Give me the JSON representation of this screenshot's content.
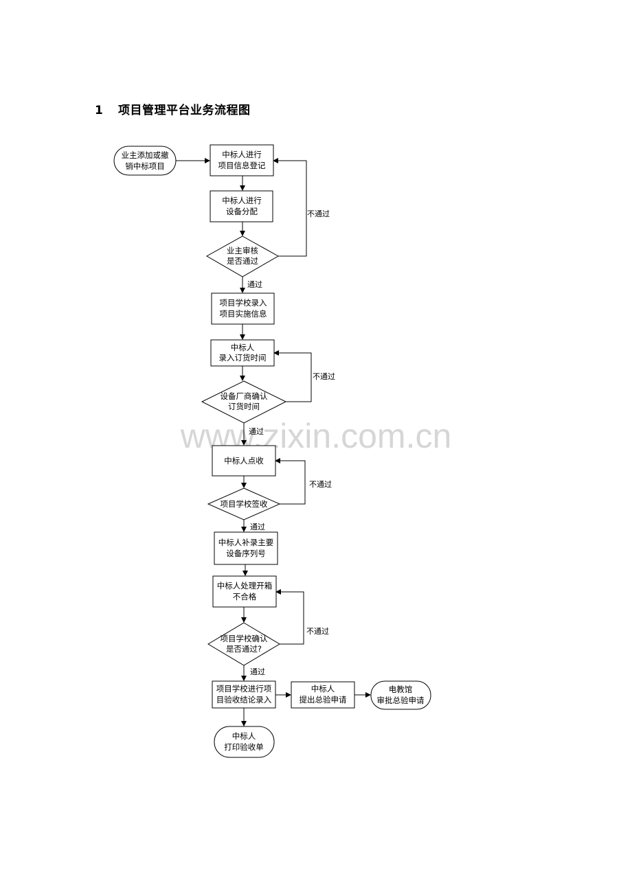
{
  "heading": {
    "number": "1",
    "title": "项目管理平台业务流程图"
  },
  "watermark": "www.zixin.com.cn",
  "nodes": {
    "owner_add": [
      "业主添加或撤",
      "销中标项目"
    ],
    "info_register": [
      "中标人进行",
      "项目信息登记"
    ],
    "equip_assign": [
      "中标人进行",
      "设备分配"
    ],
    "owner_review": [
      "业主审核",
      "是否通过"
    ],
    "school_input": [
      "项目学校录入",
      "项目实施信息"
    ],
    "order_time": [
      "中标人",
      "录入订货时间"
    ],
    "vendor_confirm": [
      "设备厂商确认",
      "订货时间"
    ],
    "bidder_check": [
      "中标人点收"
    ],
    "school_sign": [
      "项目学校签收"
    ],
    "serial_input": [
      "中标人补录主要",
      "设备序列号"
    ],
    "unbox_issue": [
      "中标人处理开箱",
      "不合格"
    ],
    "school_confirm": [
      "项目学校确认",
      "是否通过?"
    ],
    "conclusion_input": [
      "项目学校进行项",
      "目验收结论录入"
    ],
    "submit_apply": [
      "中标人",
      "提出总验申请"
    ],
    "approve_apply": [
      "电教馆",
      "审批总验申请"
    ],
    "print_form": [
      "中标人",
      "打印验收单"
    ]
  },
  "labels": {
    "fail_1": "不通过",
    "pass_1": "通过",
    "fail_2": "不通过",
    "pass_2": "通过",
    "fail_3": "不通过",
    "pass_3": "通过",
    "fail_4": "不通过",
    "pass_4": "通过"
  }
}
